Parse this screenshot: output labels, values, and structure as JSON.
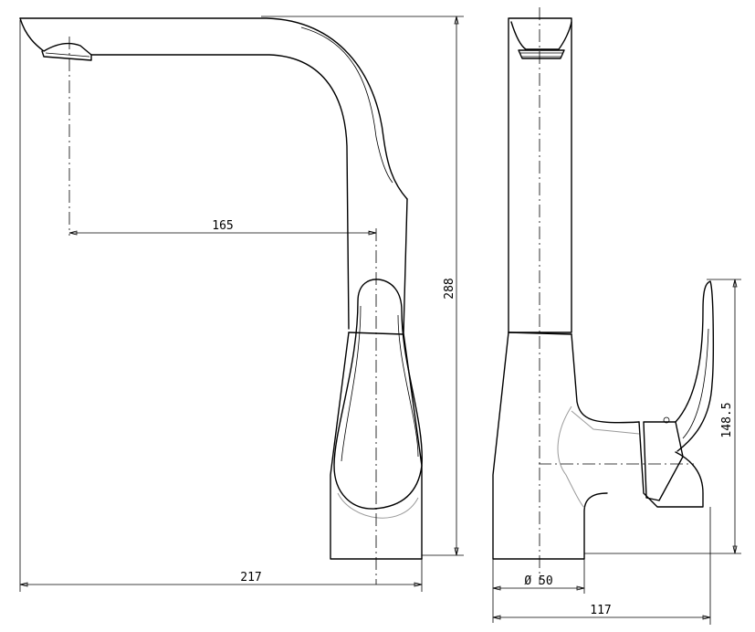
{
  "dimensions": {
    "spout_reach": "165",
    "total_height": "288",
    "base_width": "217",
    "handle_height": "148.5",
    "base_diameter": "Ø 50",
    "side_depth": "117"
  },
  "colors": {
    "line": "#000000",
    "hidden_line": "#9a9a9a",
    "background": "#ffffff"
  }
}
